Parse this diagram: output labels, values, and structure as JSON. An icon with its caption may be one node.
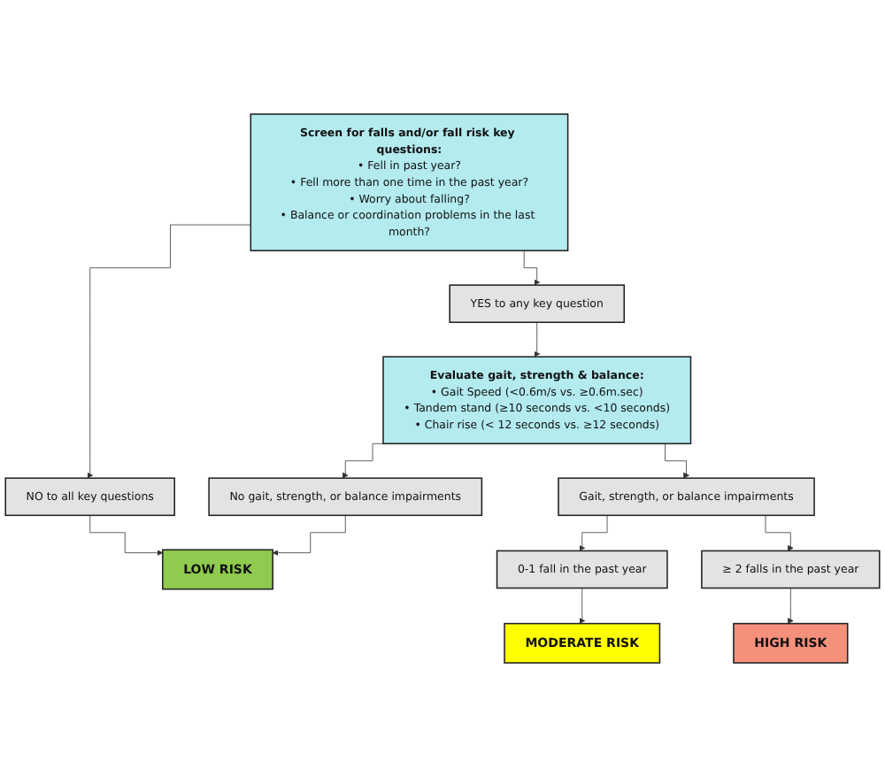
{
  "diagram": {
    "nodes": [
      {
        "text": [
          "Screen for falls and/or fall risk key questions:",
          "• Fell in past year?",
          "• Fell more than one time in the past year?",
          "• Worry about falling?",
          "• Balance or coordination problems in the last month?"
        ]
      },
      {
        "text": [
          "NO to all key questions"
        ]
      },
      {
        "text": [
          "YES to any key question"
        ]
      },
      {
        "text": [
          "LOW RISK"
        ]
      },
      {
        "text": [
          "Evaluate gait, strength & balance:",
          "• Gait Speed (<0.6m/s vs. ≥0.6m.sec)",
          "• Tandem stand (≥10 seconds vs. <10 seconds)",
          "• Chair rise (< 12 seconds vs. ≥12 seconds)"
        ]
      },
      {
        "text": [
          "No gait, strength, or balance impairments"
        ]
      },
      {
        "text": [
          "Gait, strength, or balance impairments"
        ]
      },
      {
        "text": [
          "0-1 fall in the past year"
        ]
      },
      {
        "text": [
          "MODERATE RISK"
        ]
      },
      {
        "text": [
          "≥ 2 falls in the past year"
        ]
      },
      {
        "text": [
          "HIGH RISK"
        ]
      }
    ],
    "edges": [
      {
        "from": 0,
        "to": 1,
        "arrow": "to"
      },
      {
        "from": 1,
        "to": 3,
        "arrow": "to"
      },
      {
        "from": 0,
        "to": 2,
        "arrow": "to"
      },
      {
        "from": 2,
        "to": 4,
        "arrow": "to"
      },
      {
        "from": 4,
        "to": 5,
        "arrow": "to"
      },
      {
        "from": 5,
        "to": 3,
        "arrow": "to"
      },
      {
        "from": 4,
        "to": 6,
        "arrow": "to"
      },
      {
        "from": 6,
        "to": 7,
        "arrow": "to"
      },
      {
        "from": 7,
        "to": 8,
        "arrow": "to"
      },
      {
        "from": 6,
        "to": 9,
        "arrow": "to"
      },
      {
        "from": 9,
        "to": 10,
        "arrow": "to"
      }
    ]
  }
}
